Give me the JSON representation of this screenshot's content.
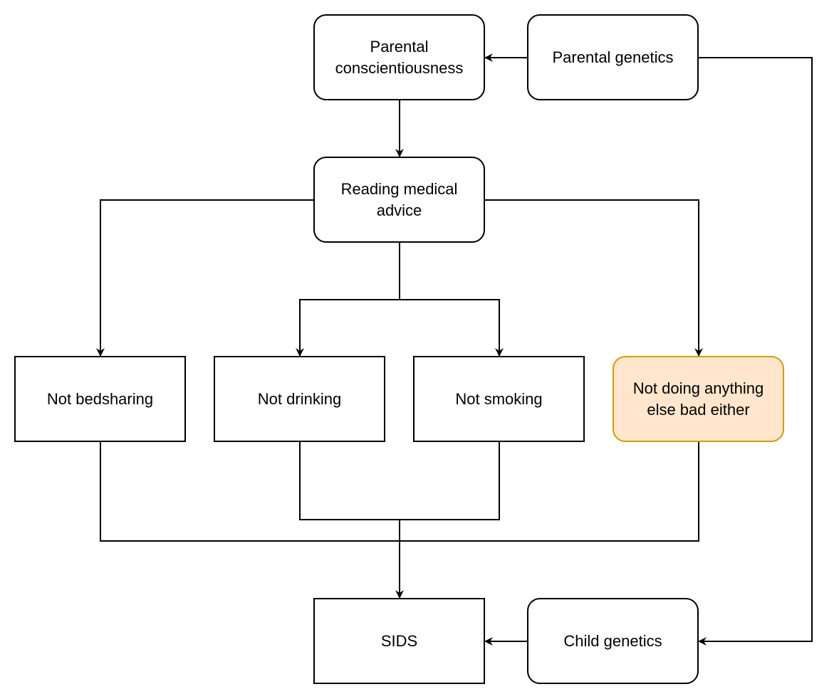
{
  "nodes": {
    "parental_conscientiousness": "Parental\nconscientiousness",
    "parental_genetics": "Parental genetics",
    "reading_medical_advice": "Reading medical\nadvice",
    "not_bedsharing": "Not bedsharing",
    "not_drinking": "Not drinking",
    "not_smoking": "Not smoking",
    "not_doing_anything": "Not doing anything\nelse bad either",
    "sids": "SIDS",
    "child_genetics": "Child genetics"
  },
  "edges": [
    {
      "from": "parental_genetics",
      "to": "parental_conscientiousness"
    },
    {
      "from": "parental_genetics",
      "to": "child_genetics"
    },
    {
      "from": "parental_conscientiousness",
      "to": "reading_medical_advice"
    },
    {
      "from": "reading_medical_advice",
      "to": "not_bedsharing"
    },
    {
      "from": "reading_medical_advice",
      "to": "not_drinking"
    },
    {
      "from": "reading_medical_advice",
      "to": "not_smoking"
    },
    {
      "from": "reading_medical_advice",
      "to": "not_doing_anything"
    },
    {
      "from": "not_bedsharing",
      "to": "sids"
    },
    {
      "from": "not_drinking",
      "to": "sids"
    },
    {
      "from": "not_smoking",
      "to": "sids"
    },
    {
      "from": "not_doing_anything",
      "to": "sids"
    },
    {
      "from": "child_genetics",
      "to": "sids"
    }
  ],
  "colors": {
    "line": "#000000",
    "highlight_fill": "#ffe6cc",
    "highlight_border": "#d79b00"
  }
}
